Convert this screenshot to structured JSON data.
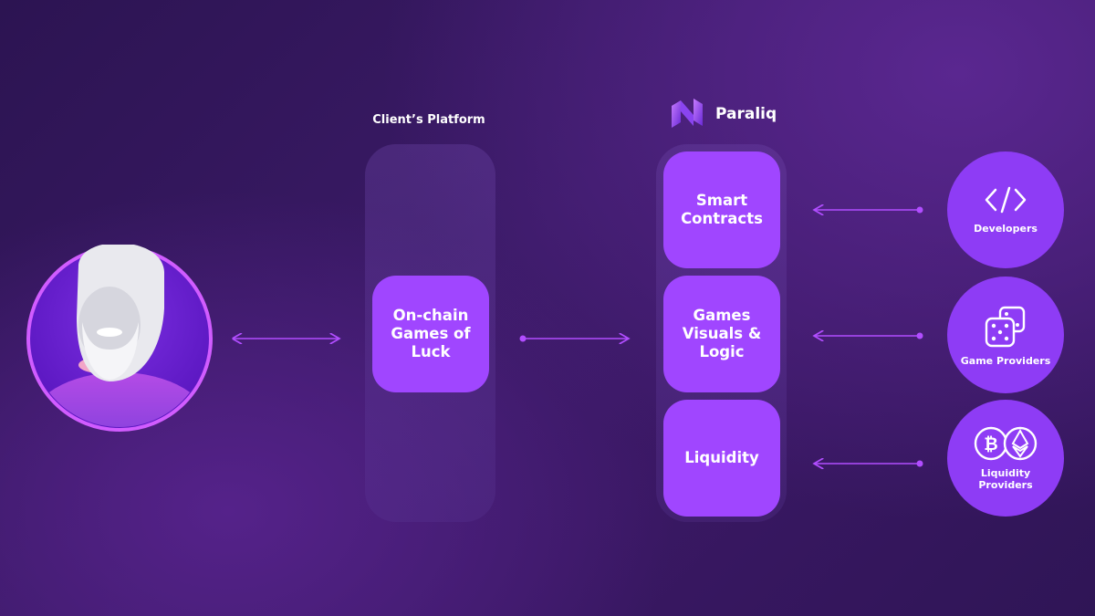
{
  "client_platform": {
    "label": "Client’s Platform",
    "block": "On-chain Games of Luck"
  },
  "paraliq": {
    "brand": "Paraliq",
    "blocks": [
      "Smart Contracts",
      "Games Visuals & Logic",
      "Liquidity"
    ]
  },
  "providers": [
    {
      "label": "Developers",
      "icon": "code-icon"
    },
    {
      "label": "Game Providers",
      "icon": "dice-icon"
    },
    {
      "label": "Liquidity Providers",
      "icon": "crypto-coins-icon"
    }
  ],
  "colors": {
    "accent": "#a046ff",
    "connector": "#b14dff",
    "background": "#341860"
  }
}
